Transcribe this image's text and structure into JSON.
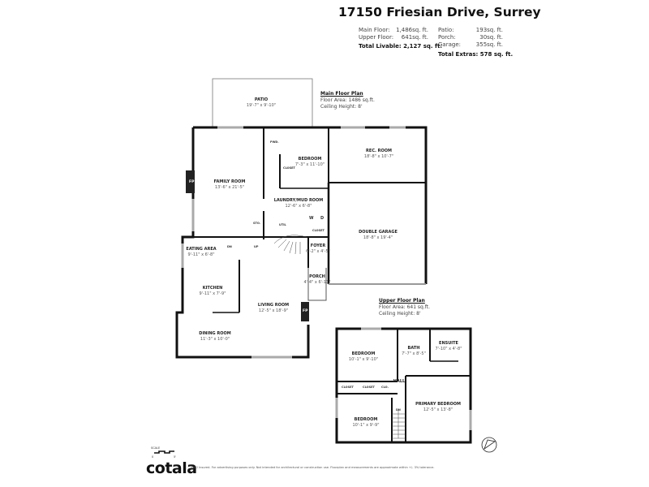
{
  "header": {
    "address": "17150 Friesian Drive, Surrey",
    "stats_left": [
      {
        "label": "Main Floor:",
        "value": "1,486sq. ft."
      },
      {
        "label": "Upper Floor:",
        "value": "641sq. ft."
      }
    ],
    "total_livable": {
      "label": "Total Livable:",
      "value": "2,127 sq. ft."
    },
    "stats_right": [
      {
        "label": "Patio:",
        "value": "193sq. ft."
      },
      {
        "label": "Porch:",
        "value": "30sq. ft."
      },
      {
        "label": "Garage:",
        "value": "355sq. ft."
      }
    ],
    "total_extras": {
      "label": "Total Extras:",
      "value": "578 sq. ft."
    }
  },
  "main_floor": {
    "heading": "Main Floor Plan",
    "area": "Floor Area: 1486 sq.ft.",
    "ceiling": "Ceiling Height: 8'",
    "rooms": [
      {
        "name": "PATIO",
        "dims": "19'-7\" x 9'-10\""
      },
      {
        "name": "FAMILY ROOM",
        "dims": "13'-6\" x 21'-5\""
      },
      {
        "name": "BEDROOM",
        "dims": "7'-3\" x 11'-10\""
      },
      {
        "name": "REC. ROOM",
        "dims": "18'-8\" x 10'-7\""
      },
      {
        "name": "LAUNDRY/MUD ROOM",
        "dims": "12'-6\" x 6'-8\""
      },
      {
        "name": "DOUBLE GARAGE",
        "dims": "18'-8\" x 19'-4\""
      },
      {
        "name": "EATING AREA",
        "dims": "9'-11\" x 6'-8\""
      },
      {
        "name": "FOYER",
        "dims": "6'-2\" x 4'-5\""
      },
      {
        "name": "KITCHEN",
        "dims": "9'-11\" x 7'-9\""
      },
      {
        "name": "PORCH",
        "dims": "4'-4\" x 6'-11\""
      },
      {
        "name": "LIVING ROOM",
        "dims": "12'-5\" x 18'-9\""
      },
      {
        "name": "DINING ROOM",
        "dims": "11'-3\" x 10'-0\""
      }
    ],
    "small_labels": {
      "pwd": "PWD.",
      "closet": "CLOSET",
      "sto": "STO.",
      "util": "UTIL",
      "w": "W",
      "d": "D",
      "fp": "FP",
      "dn": "DN",
      "up": "UP"
    }
  },
  "upper_floor": {
    "heading": "Upper Floor Plan",
    "area": "Floor Area: 641 sq.ft.",
    "ceiling": "Ceiling Height: 8'",
    "rooms": [
      {
        "name": "BEDROOM",
        "dims": "10'-1\" x 9'-10\""
      },
      {
        "name": "BATH",
        "dims": "7'-7\" x 8'-5\""
      },
      {
        "name": "ENSUITE",
        "dims": "7'-10\" x 4'-8\""
      },
      {
        "name": "HALL",
        "dims": ""
      },
      {
        "name": "PRIMARY BEDROOM",
        "dims": "12'-5\" x 13'-8\""
      },
      {
        "name": "BEDROOM",
        "dims": "10'-1\" x 9'-9\""
      }
    ],
    "small_labels": {
      "closet": "CLOSET",
      "clo": "CLO.",
      "dn": "DN"
    }
  },
  "scale": {
    "label": "SCALE",
    "start": "0",
    "end": "5'"
  },
  "footer": {
    "logo": "cotala",
    "disclaimer": "E&O Insured. For advertising purposes only. Not intended for architectural or construction use. Floorplan and measurements are approximate within +/- 3% tolerance."
  }
}
